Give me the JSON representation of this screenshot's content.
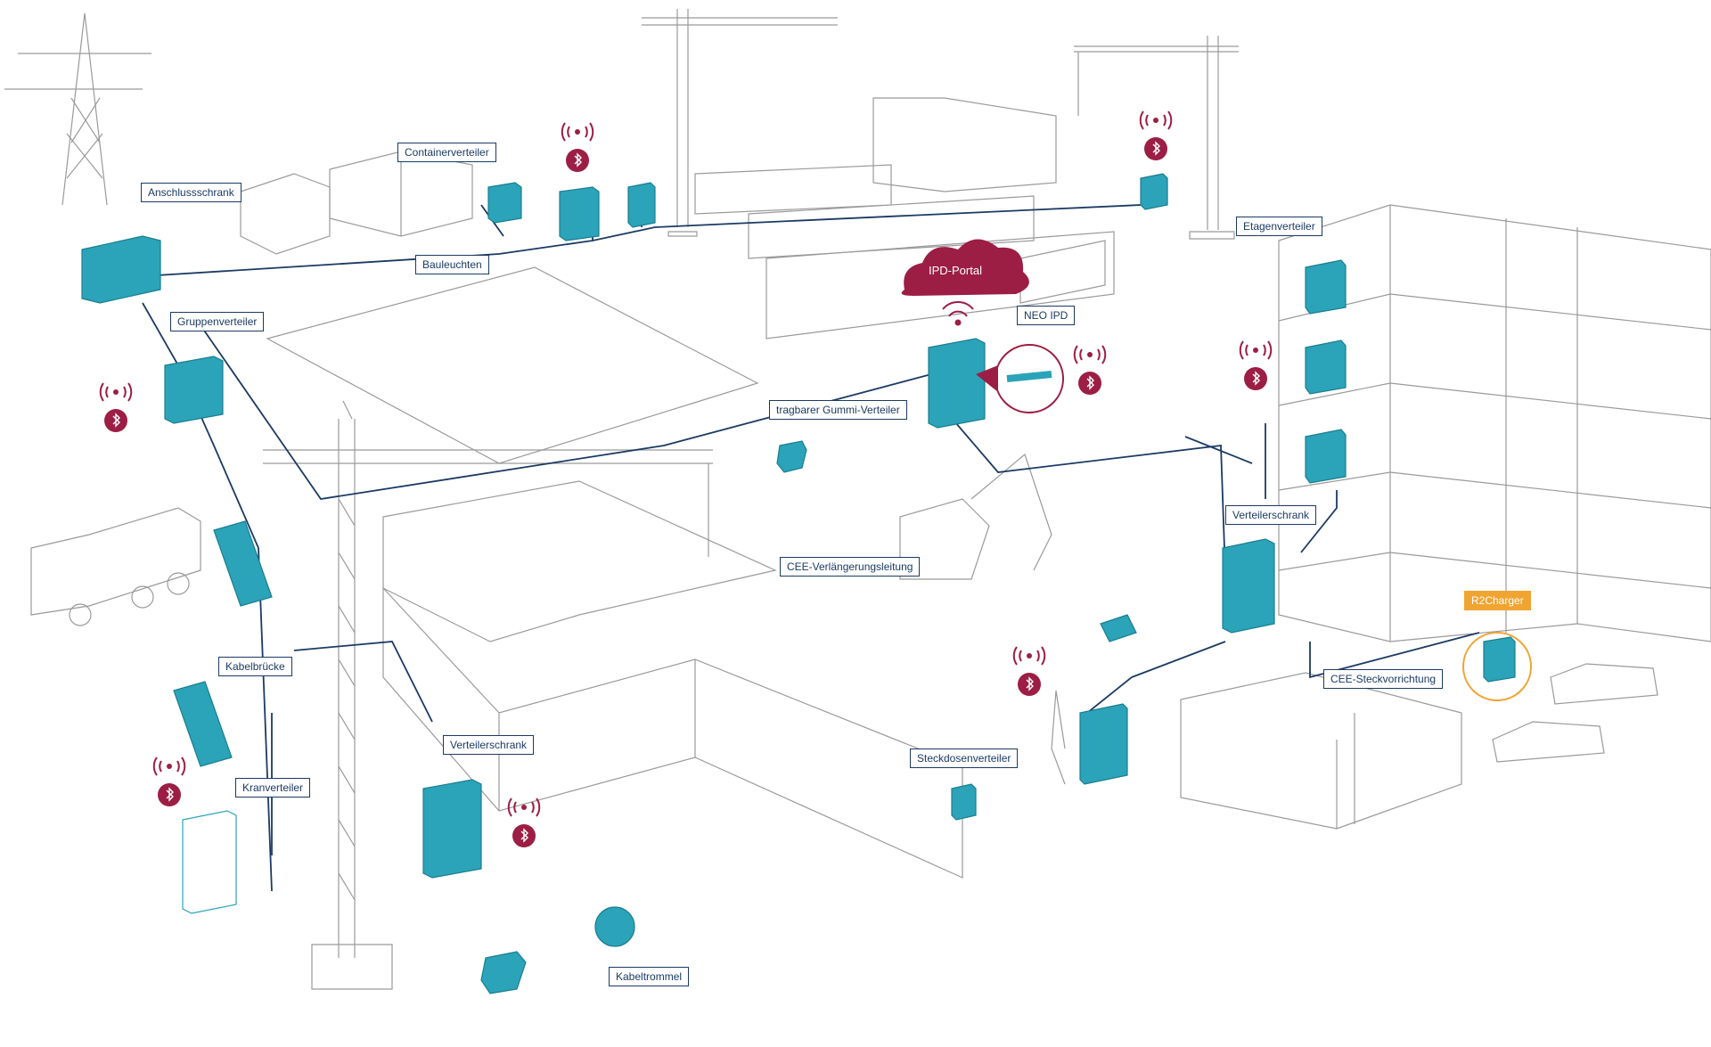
{
  "labels": {
    "containerverteiler": "Containerverteiler",
    "anschlussschrank": "Anschlussschrank",
    "bauleuchten": "Bauleuchten",
    "gruppenverteiler": "Gruppenverteiler",
    "etagenverteiler": "Etagenverteiler",
    "ipd_portal": "IPD-Portal",
    "neo_ipd": "NEO IPD",
    "gummi_verteiler": "tragbarer Gummi-Verteiler",
    "verteilerschrank_right": "Verteilerschrank",
    "cee_verlaengerung": "CEE-Verlängerungsleitung",
    "r2charger": "R2Charger",
    "cee_steckvorrichtung": "CEE-Steckvorrichtung",
    "kabelbruecke": "Kabelbrücke",
    "kranverteiler": "Kranverteiler",
    "verteilerschrank_left": "Verteilerschrank",
    "steckdosenverteiler": "Steckdosenverteiler",
    "kabeltrommel": "Kabeltrommel"
  },
  "colors": {
    "teal": "#2ba3b8",
    "navy": "#1b3a63",
    "maroon": "#9c1e44",
    "orange": "#f0a432",
    "line": "#8a8a8a"
  },
  "icons": [
    "bluetooth-icon",
    "wifi-signal-icon",
    "cloud-icon"
  ]
}
